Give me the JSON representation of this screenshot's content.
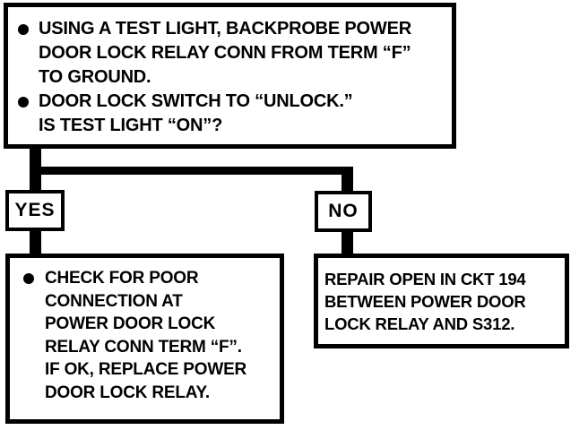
{
  "flowchart": {
    "colors": {
      "ink": "#000000",
      "paper": "#ffffff"
    },
    "icons": {
      "bullet": "filled-circle"
    },
    "question_box": {
      "items": [
        {
          "lines": [
            "USING A TEST LIGHT, BACKPROBE POWER",
            "DOOR LOCK RELAY CONN FROM TERM “F”",
            "TO GROUND."
          ]
        },
        {
          "lines": [
            "DOOR LOCK SWITCH TO “UNLOCK.”",
            "IS TEST LIGHT “ON”?"
          ]
        }
      ]
    },
    "yes_label": "YES",
    "no_label": "NO",
    "yes_result_box": {
      "lines": [
        "CHECK FOR POOR",
        "CONNECTION AT",
        "POWER DOOR LOCK",
        "RELAY CONN TERM “F”.",
        "IF OK, REPLACE POWER",
        "DOOR LOCK RELAY."
      ]
    },
    "no_result_box": {
      "lines": [
        "REPAIR OPEN IN CKT 194",
        "BETWEEN POWER DOOR",
        "LOCK RELAY AND S312."
      ]
    }
  }
}
